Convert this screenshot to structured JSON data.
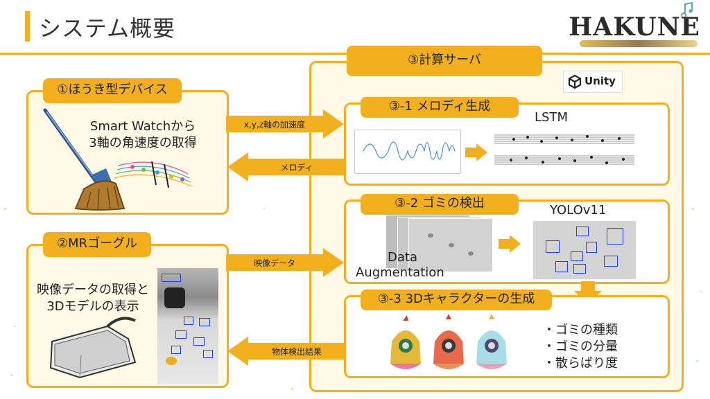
{
  "header": {
    "title": "システム概要",
    "logo": "HAKUNE"
  },
  "panels": {
    "device": {
      "tag": "①ほうき型デバイス",
      "desc_line1": "Smart Watchから",
      "desc_line2": "3軸の角速度の取得"
    },
    "goggle": {
      "tag": "②MRゴーグル",
      "desc_line1": "映像データの取得と",
      "desc_line2": "3Dモデルの表示"
    },
    "server": {
      "tag": "③計算サーバ",
      "unity": "Unity"
    },
    "melody": {
      "tag": "③-1  メロディ生成",
      "model": "LSTM"
    },
    "trash": {
      "tag": "③-2  ゴミの検出",
      "model": "YOLOv11",
      "aug_line1": "Data",
      "aug_line2": "Augmentation"
    },
    "character": {
      "tag": "③-3  3Dキャラクターの生成",
      "bullets": [
        "・ゴミの種類",
        "・ゴミの分量",
        "・散らばり度"
      ]
    }
  },
  "arrows": {
    "accel": "x,y,z軸の加速度",
    "melody": "メロディ",
    "video": "映像データ",
    "detect": "物体検出結果"
  },
  "colors": {
    "accent": "#f2b01e",
    "panel_fill": "#fff9e6"
  },
  "icons": [
    "broom-icon",
    "music-notes-icon",
    "vr-headset-icon",
    "unity-logo-icon",
    "waveform-chart",
    "sheet-music",
    "augmented-images",
    "detection-image",
    "mr-view-image",
    "character-figures"
  ]
}
